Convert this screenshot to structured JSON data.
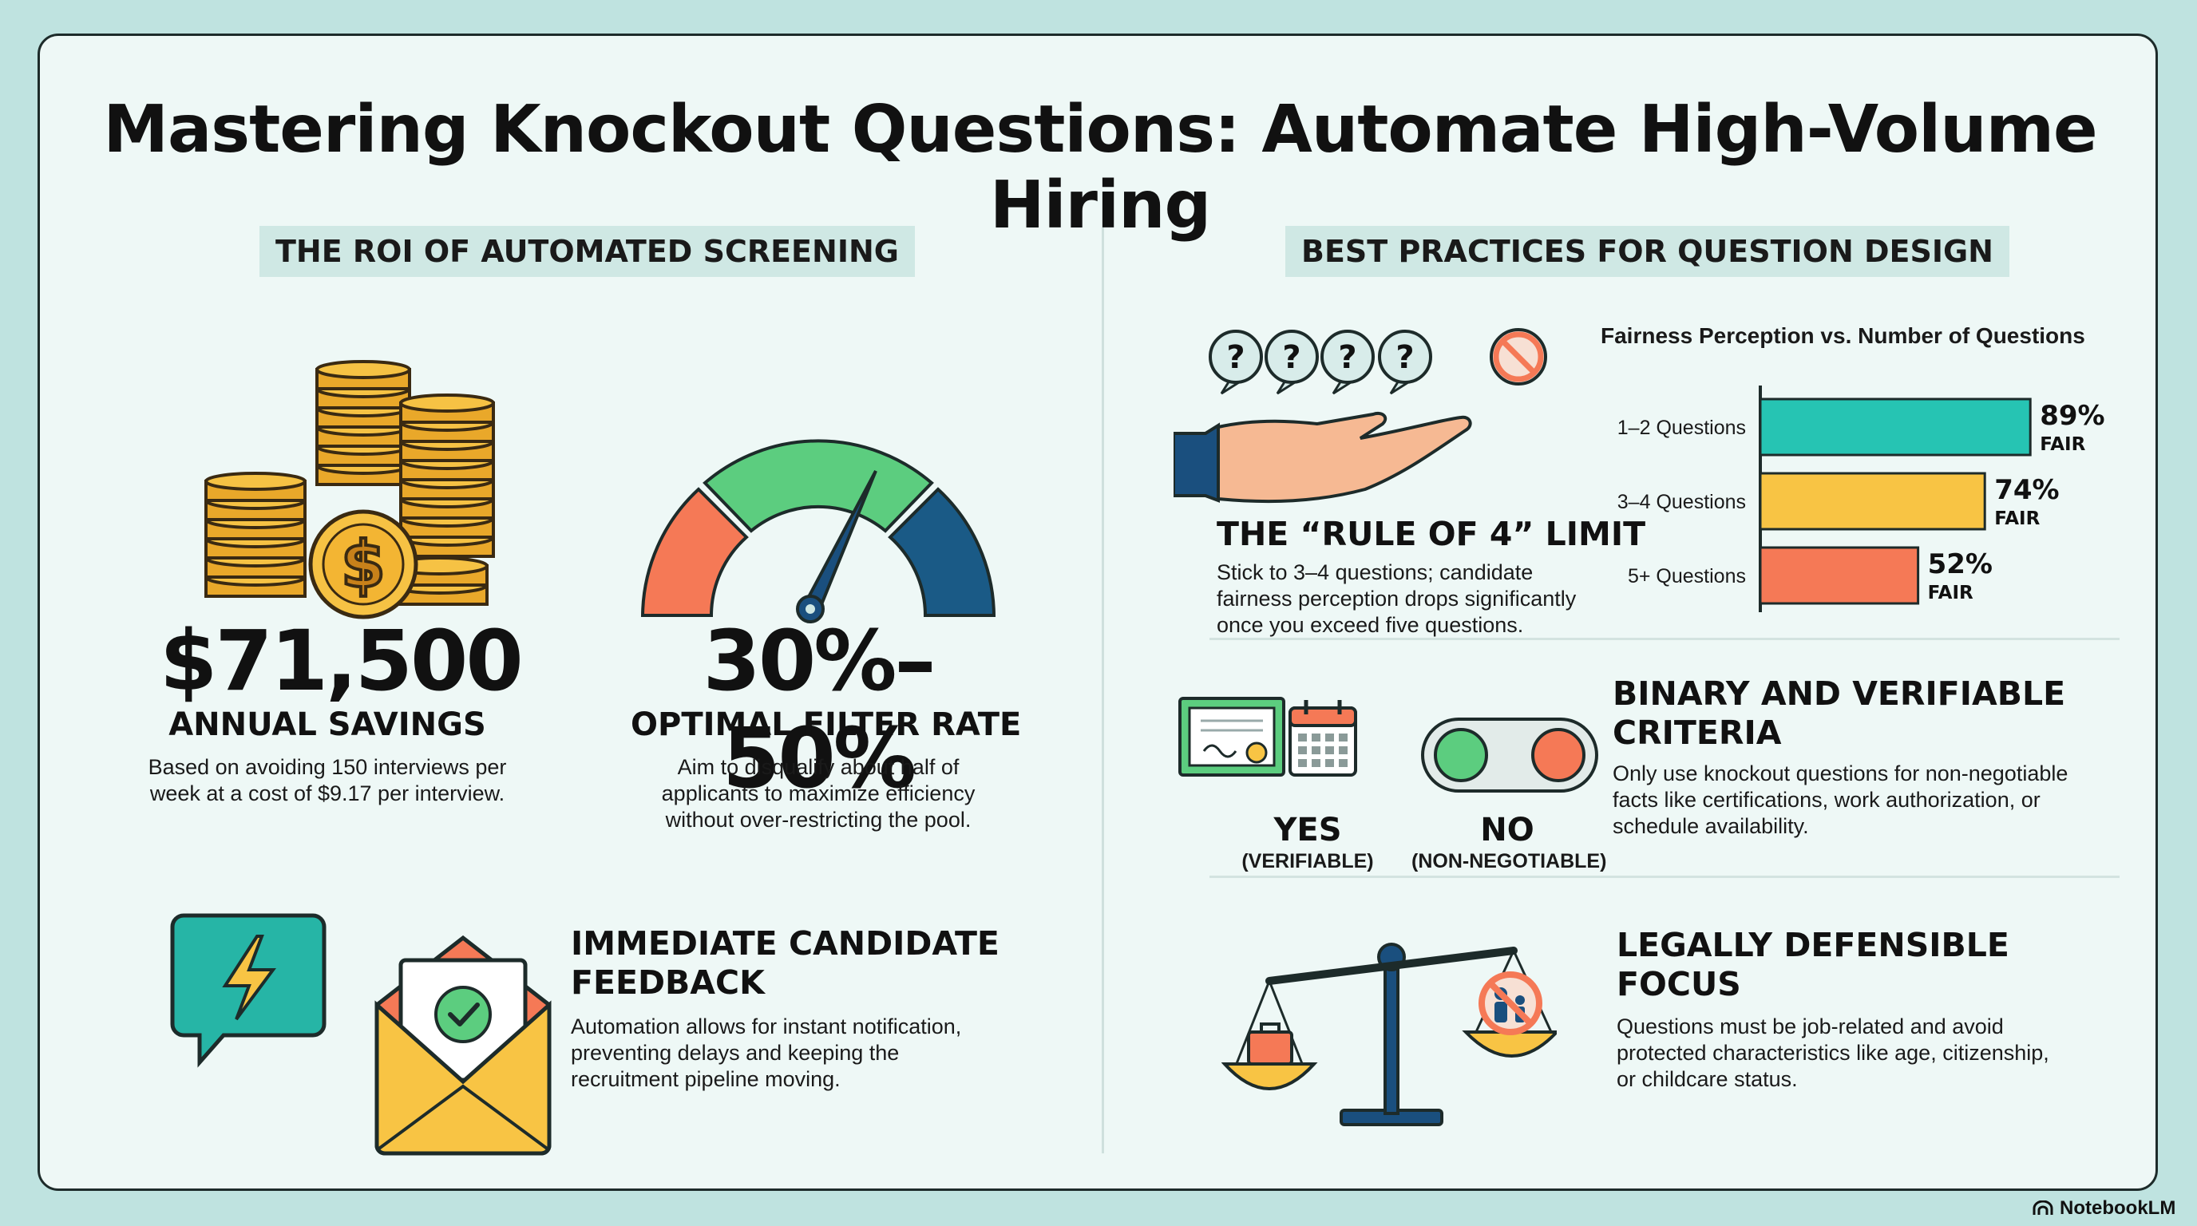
{
  "title": "Mastering Knockout Questions: Automate High-Volume Hiring",
  "left": {
    "section_title": "THE ROI OF AUTOMATED SCREENING",
    "savings": {
      "value": "$71,500",
      "label": "ANNUAL SAVINGS",
      "desc": [
        "Based on avoiding 150 interviews per",
        "week at a cost of $9.17 per interview."
      ]
    },
    "filter": {
      "value": "30%–50%",
      "label": "OPTIMAL FILTER RATE",
      "desc": [
        "Aim to disqualify about half of",
        "applicants to maximize efficiency",
        "without over-restricting the pool."
      ]
    },
    "feedback": {
      "heading": [
        "IMMEDIATE CANDIDATE",
        "FEEDBACK"
      ],
      "desc": [
        "Automation allows for instant notification,",
        "preventing delays and keeping the",
        "recruitment pipeline moving."
      ]
    }
  },
  "right": {
    "section_title": "BEST PRACTICES FOR QUESTION DESIGN",
    "rule": {
      "heading": "THE “RULE OF 4” LIMIT",
      "desc": [
        "Stick to 3–4 questions; candidate",
        "fairness perception drops significantly",
        "once you exceed five questions."
      ]
    },
    "binary": {
      "heading": [
        "BINARY AND VERIFIABLE",
        "CRITERIA"
      ],
      "desc": [
        "Only use knockout questions for non-negotiable",
        "facts like certifications, work authorization, or",
        "schedule availability."
      ],
      "yes_label": "YES",
      "yes_sub": "(VERIFIABLE)",
      "no_label": "NO",
      "no_sub": "(NON-NEGOTIABLE)"
    },
    "legal": {
      "heading": [
        "LEGALLY DEFENSIBLE",
        "FOCUS"
      ],
      "desc": [
        "Questions must be job-related and avoid",
        "protected characteristics like age, citizenship,",
        "or childcare status."
      ]
    }
  },
  "chart_data": {
    "type": "bar",
    "orientation": "horizontal",
    "title": "Fairness Perception vs. Number of Questions",
    "categories": [
      "1–2 Questions",
      "3–4 Questions",
      "5+ Questions"
    ],
    "values": [
      89,
      74,
      52
    ],
    "value_labels": [
      "89%",
      "74%",
      "52%"
    ],
    "sub_labels": [
      "FAIR",
      "FAIR",
      "FAIR"
    ],
    "colors": [
      "#26c4b3",
      "#f8c444",
      "#f57956"
    ],
    "xlim": [
      0,
      100
    ]
  },
  "colors": {
    "teal": "#26c4b3",
    "yellow": "#f8c444",
    "coral": "#f57956",
    "navy": "#1a4f7e",
    "green": "#5ccd7f",
    "background": "#eef8f6"
  },
  "brand": "NotebookLM"
}
